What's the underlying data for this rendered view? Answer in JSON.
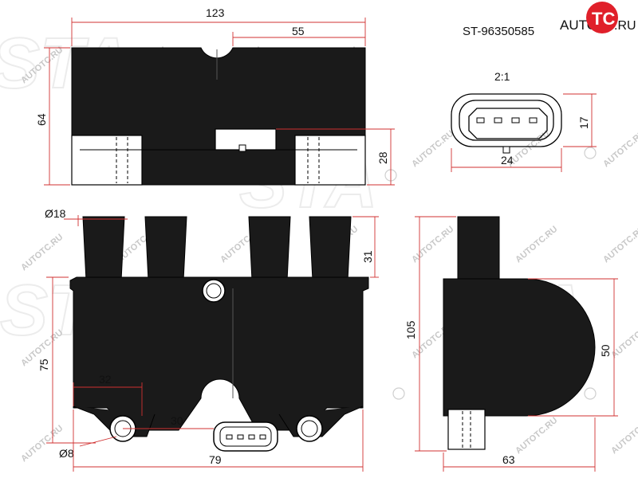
{
  "header": {
    "part_number": "ST-96350585",
    "brand_text": "AUTO",
    "brand_logo_letters": "TC",
    "brand_suffix": ".RU"
  },
  "watermark": {
    "text": "AUTOTC.RU",
    "logo_text": "STA",
    "registered_mark": "®"
  },
  "connector": {
    "scale": "2:1",
    "height": "17",
    "width": "24"
  },
  "dimensions": {
    "top_total_width": "123",
    "top_right_width": "55",
    "top_height": "64",
    "top_lower_height": "28",
    "tower_diameter": "Ø18",
    "tower_height": "31",
    "body_height": "75",
    "hole_spacing_half": "32",
    "hole_offset": "30",
    "hole_diameter": "Ø8",
    "bottom_width": "79",
    "side_total_height": "105",
    "side_radius_height": "50",
    "side_depth": "63"
  },
  "colors": {
    "part": "#1a1a1a",
    "dimension_line": "#d03030",
    "brand_red": "#e0202a"
  }
}
